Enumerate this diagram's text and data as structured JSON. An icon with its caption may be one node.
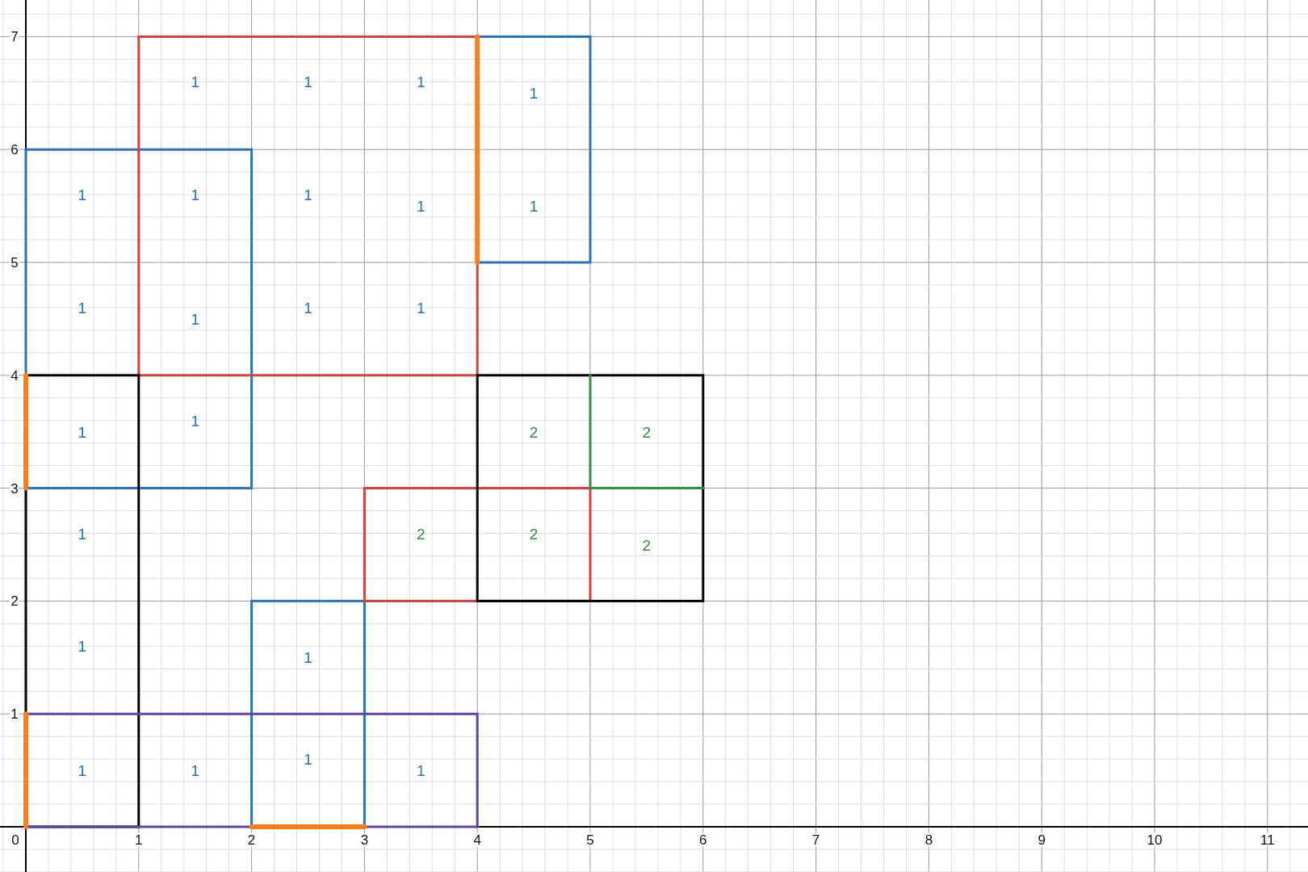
{
  "diagram": {
    "labels": [
      "7",
      "1",
      "1",
      "1",
      "1",
      "6",
      "1",
      "1",
      "1",
      "1",
      "1",
      "5",
      "1",
      "1",
      "1",
      "1",
      "4",
      "1",
      "1",
      "2",
      "2",
      "3",
      "1",
      "2",
      "2",
      "2",
      "2",
      "1",
      "1",
      "1",
      "1",
      "1",
      "1",
      "1",
      "0",
      "1",
      "2",
      "3",
      "4",
      "5",
      "6",
      "7",
      "8",
      "9",
      "10",
      "11"
    ]
  }
}
